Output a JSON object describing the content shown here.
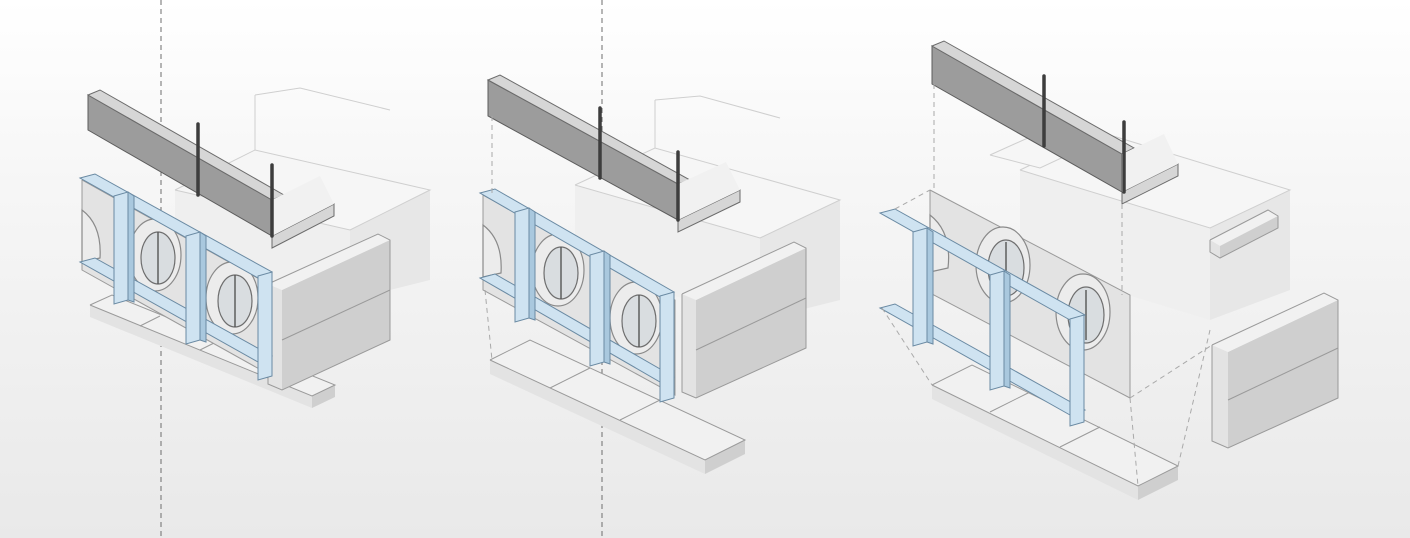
{
  "diagram": {
    "kind": "exploded axonometric building module",
    "stages": [
      {
        "id": "stage-1",
        "state": "assembled"
      },
      {
        "id": "stage-2",
        "state": "partially exploded"
      },
      {
        "id": "stage-3",
        "state": "fully exploded"
      }
    ],
    "colors": {
      "frame": "#cfe3f1",
      "frame_edge": "#6a8aa3",
      "module": "#d9d9d9",
      "parapet": "#9c9c9c",
      "post": "#3d3d3d",
      "background_top": "#ffffff",
      "background_bottom": "#e9e9e9"
    }
  }
}
